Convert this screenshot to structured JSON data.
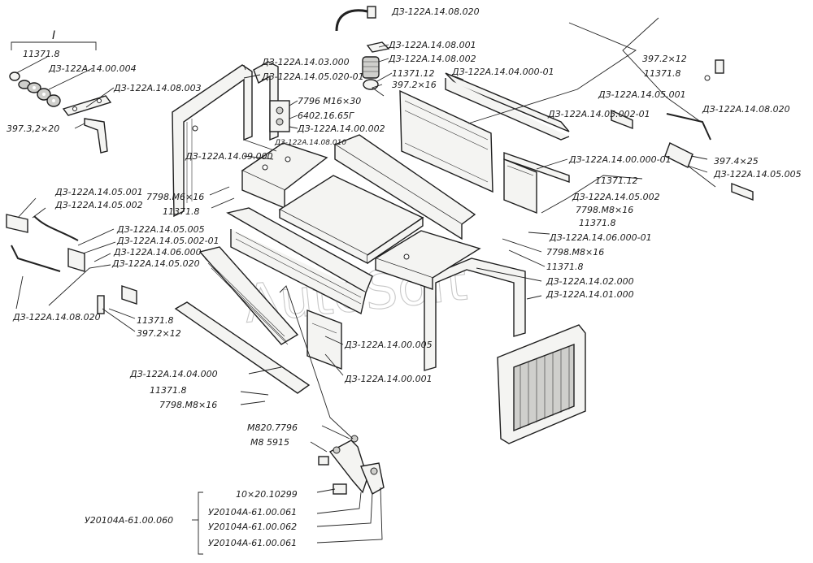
{
  "group_marker": "I",
  "watermark": "AutoSoft",
  "labels": {
    "l01": "11371.8",
    "l02": "ДЗ-122А.14.00.004",
    "l03": "ДЗ-122А.14.08.003",
    "l04": "397.3,2×20",
    "l05": "ДЗ-122А.14.03.000",
    "l06": "ДЗ-122А.14.05.020-01",
    "l07": "ДЗ-122А.14.08.020",
    "l08": "ДЗ-122А.14.08.001",
    "l09": "ДЗ-122А.14.08.002",
    "l10": "11371.12",
    "l11": "397.2×16",
    "l12": "ДЗ-122А.14.04.000-01",
    "l13": "397.2×12",
    "l14": "11371.8",
    "l15": "ДЗ-122А.14.05.001",
    "l16": "7796 М16×30",
    "l17": "6402.16.65Г",
    "l18": "ДЗ-122А.14.00.002",
    "l19": "ДЗ-122А.14.08.010",
    "l20": "ДЗ-122А.14.05.002-01",
    "l21": "ДЗ-122А.14.08.020",
    "l22": "ДЗ-122А.14.09.000",
    "l23": "ДЗ-122А.14.00.000-01",
    "l24": "397.4×25",
    "l25": "ДЗ-122А.14.05.005",
    "l26": "7798.М6×16",
    "l27": "11371.8",
    "l28": "11371.12",
    "l29": "ДЗ-122А.14.05.002",
    "l30": "ДЗ-122А.14.05.001",
    "l31": "ДЗ-122А.14.05.002",
    "l32": "7798.М8×16",
    "l33": "11371.8",
    "l34": "ДЗ-122А.14.05.005",
    "l35": "ДЗ-122А.14.05.002-01",
    "l36": "ДЗ-122А.14.06.000",
    "l37": "ДЗ-122А.14.05.020",
    "l38": "ДЗ-122А.14.06.000-01",
    "l39": "7798.М8×16",
    "l40": "11371.8",
    "l41": "ДЗ-122А.14.02.000",
    "l42": "ДЗ-122А.14.01.000",
    "l43": "ДЗ-122А.14.08.020",
    "l44": "11371.8",
    "l45": "397.2×12",
    "l46": "ДЗ-122А.14.00.005",
    "l47": "ДЗ-122А.14.00.001",
    "l48": "ДЗ-122А.14.04.000",
    "l49": "11371.8",
    "l50": "7798.М8×16",
    "l51": "М820.7796",
    "l52": "М8 5915",
    "l53": "10×20.10299",
    "l54": "У20104А-61.00.061",
    "l55": "У20104А-61.00.062",
    "l56": "У20104А-61.00.061",
    "l57": "У20104А-61.00.060"
  }
}
